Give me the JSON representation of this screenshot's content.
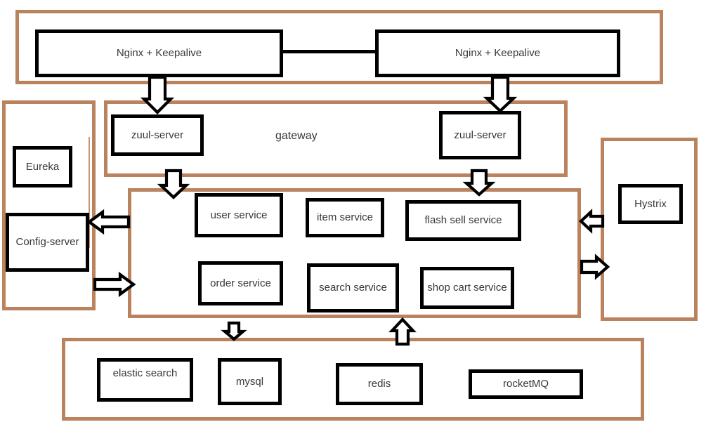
{
  "title": "microservices architecture diagram",
  "colors": {
    "container_border": "#BA835D",
    "box_border": "#000000",
    "text": "#383838",
    "background": "#FFFFFF"
  },
  "load_balancer_tier": {
    "nginx1": "Nginx + Keepalive",
    "nginx2": "Nginx + Keepalive"
  },
  "gateway_tier": {
    "label": "gateway",
    "zuul1": "zuul-server",
    "zuul2": "zuul-server"
  },
  "registry_tier": {
    "eureka": "Eureka",
    "config_server": "Config-server"
  },
  "service_tier": {
    "user": "user service",
    "item": "item service",
    "flash_sell": "flash sell service",
    "order": "order service",
    "search": "search service",
    "shop_cart": "shop cart service"
  },
  "circuit_breaker_tier": {
    "hystrix": "Hystrix"
  },
  "data_tier": {
    "elastic_search": "elastic search",
    "mysql": "mysql",
    "redis": "redis",
    "rocketmq": "rocketMQ"
  }
}
